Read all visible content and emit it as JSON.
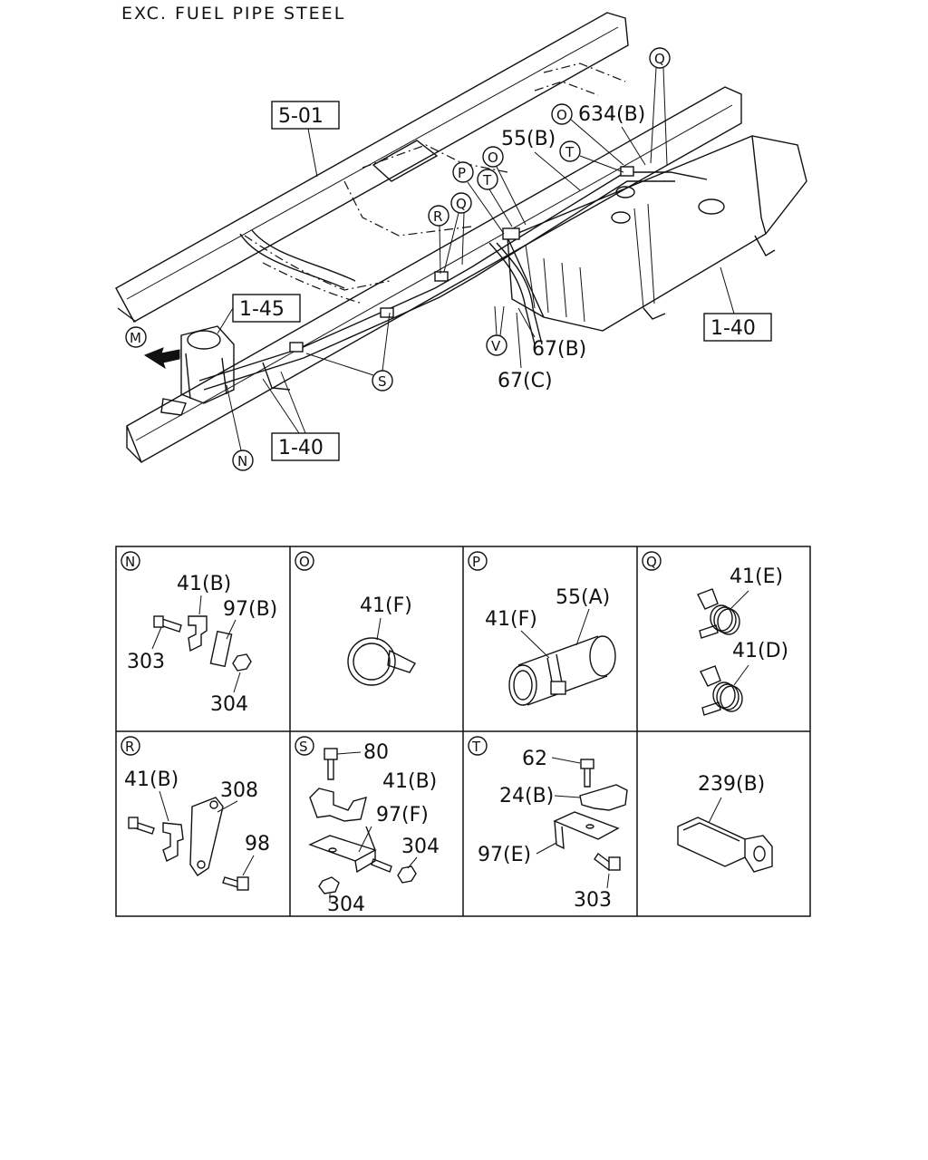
{
  "title": "EXC. FUEL PIPE STEEL",
  "main_view": {
    "ref_boxes": {
      "frame": "5-01",
      "fuel_filter": "1-45",
      "tank": "1-40",
      "pipe": "1-40"
    },
    "callouts": {
      "O_top": "O",
      "part_634B": "634(B)",
      "Q_top": "Q",
      "part_55B": "55(B)",
      "T_top": "T",
      "O_mid": "O",
      "T_mid": "T",
      "P_mid": "P",
      "Q_mid": "Q",
      "R_mid": "R",
      "M": "M",
      "S": "S",
      "N": "N",
      "V": "V",
      "part_67B": "67(B)",
      "part_67C": "67(C)"
    }
  },
  "detail_cells": [
    {
      "letter": "N",
      "parts": [
        "41(B)",
        "97(B)",
        "303",
        "304"
      ]
    },
    {
      "letter": "O",
      "parts": [
        "41(F)"
      ]
    },
    {
      "letter": "P",
      "parts": [
        "41(F)",
        "55(A)"
      ]
    },
    {
      "letter": "Q",
      "parts": [
        "41(E)",
        "41(D)"
      ]
    },
    {
      "letter": "R",
      "parts": [
        "41(B)",
        "308",
        "98"
      ]
    },
    {
      "letter": "S",
      "parts": [
        "80",
        "41(B)",
        "97(F)",
        "304",
        "304"
      ]
    },
    {
      "letter": "T",
      "parts": [
        "62",
        "24(B)",
        "97(E)",
        "303"
      ]
    },
    {
      "letter": "",
      "parts": [
        "239(B)"
      ]
    }
  ]
}
